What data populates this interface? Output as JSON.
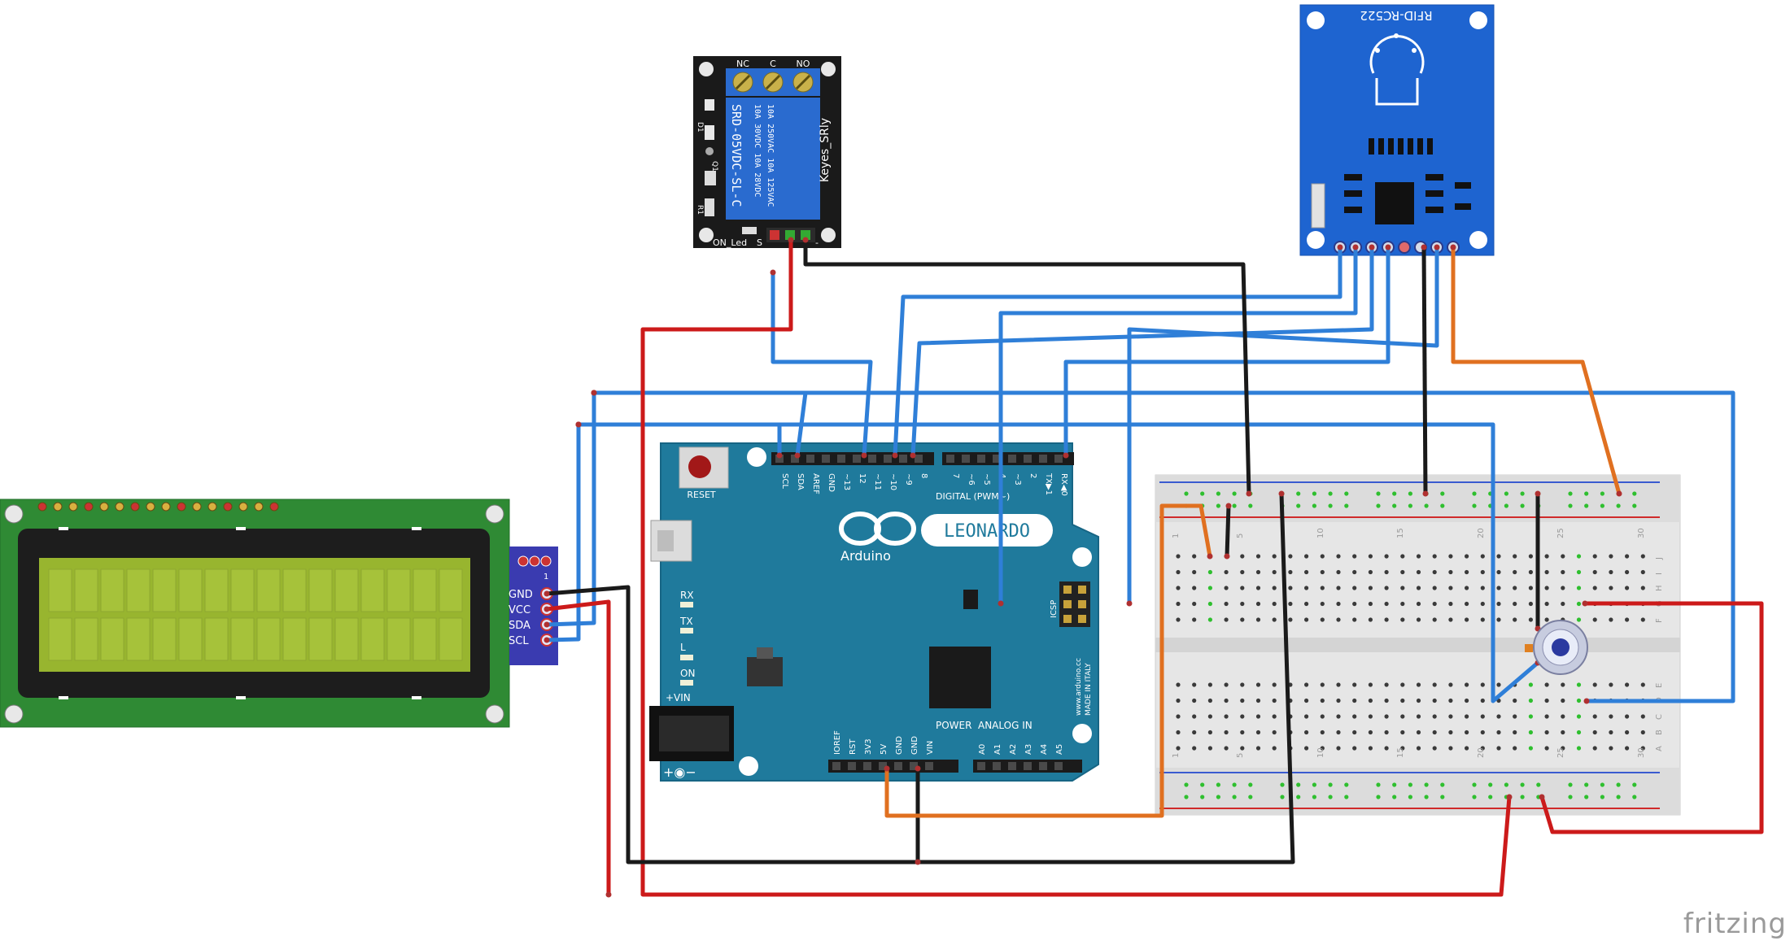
{
  "app": {
    "watermark": "fritzing"
  },
  "relay": {
    "terminals": [
      "NC",
      "C",
      "NO"
    ],
    "ratings": [
      "10A 250VAC  10A 125VAC",
      "10A 30VDC  10A 28VDC"
    ],
    "model": "SRD-05VDC-SL-C",
    "brand": "Keyes_SRly",
    "labels": {
      "d1": "D1",
      "q1": "Q1",
      "r1": "R1",
      "led": "ON_Led",
      "signal": "S",
      "minus": "-"
    }
  },
  "rfid": {
    "title": "RFID-RC522"
  },
  "lcd": {
    "pins": [
      "GND",
      "VCC",
      "SDA",
      "SCL"
    ],
    "pin1": "1"
  },
  "arduino": {
    "reset": "RESET",
    "brand": "Arduino",
    "model": "LEONARDO",
    "digital": "DIGITAL (PWM~)",
    "top_pins": [
      "SCL",
      "SDA",
      "AREF",
      "GND",
      "~13",
      "12",
      "~11",
      "~10",
      "~9",
      "8",
      "7",
      "~6",
      "~5",
      "4",
      "~3",
      "2",
      "TX▶1",
      "RX◀0"
    ],
    "leds": [
      "RX",
      "TX",
      "L",
      "ON"
    ],
    "vin": "+VIN",
    "power": "POWER",
    "analog": "ANALOG IN",
    "power_pins": [
      "IOREF",
      "RST",
      "3V3",
      "5V",
      "GND",
      "GND",
      "VIN"
    ],
    "analog_pins": [
      "A0",
      "A1",
      "A2",
      "A3",
      "A4",
      "A5"
    ],
    "icsp": "ICSP",
    "website": "www.arduino.cc",
    "made": "MADE IN ITALY"
  },
  "breadboard": {
    "col_numbers": [
      "1",
      "5",
      "10",
      "15",
      "20",
      "25",
      "30"
    ],
    "row_letters_top": [
      "J",
      "I",
      "H",
      "G",
      "F"
    ],
    "row_letters_bottom": [
      "E",
      "D",
      "C",
      "B",
      "A"
    ]
  },
  "colors": {
    "blue": "#2f7fd8",
    "red": "#cc1a1a",
    "black": "#1a1a1a",
    "orange": "#e07020"
  }
}
